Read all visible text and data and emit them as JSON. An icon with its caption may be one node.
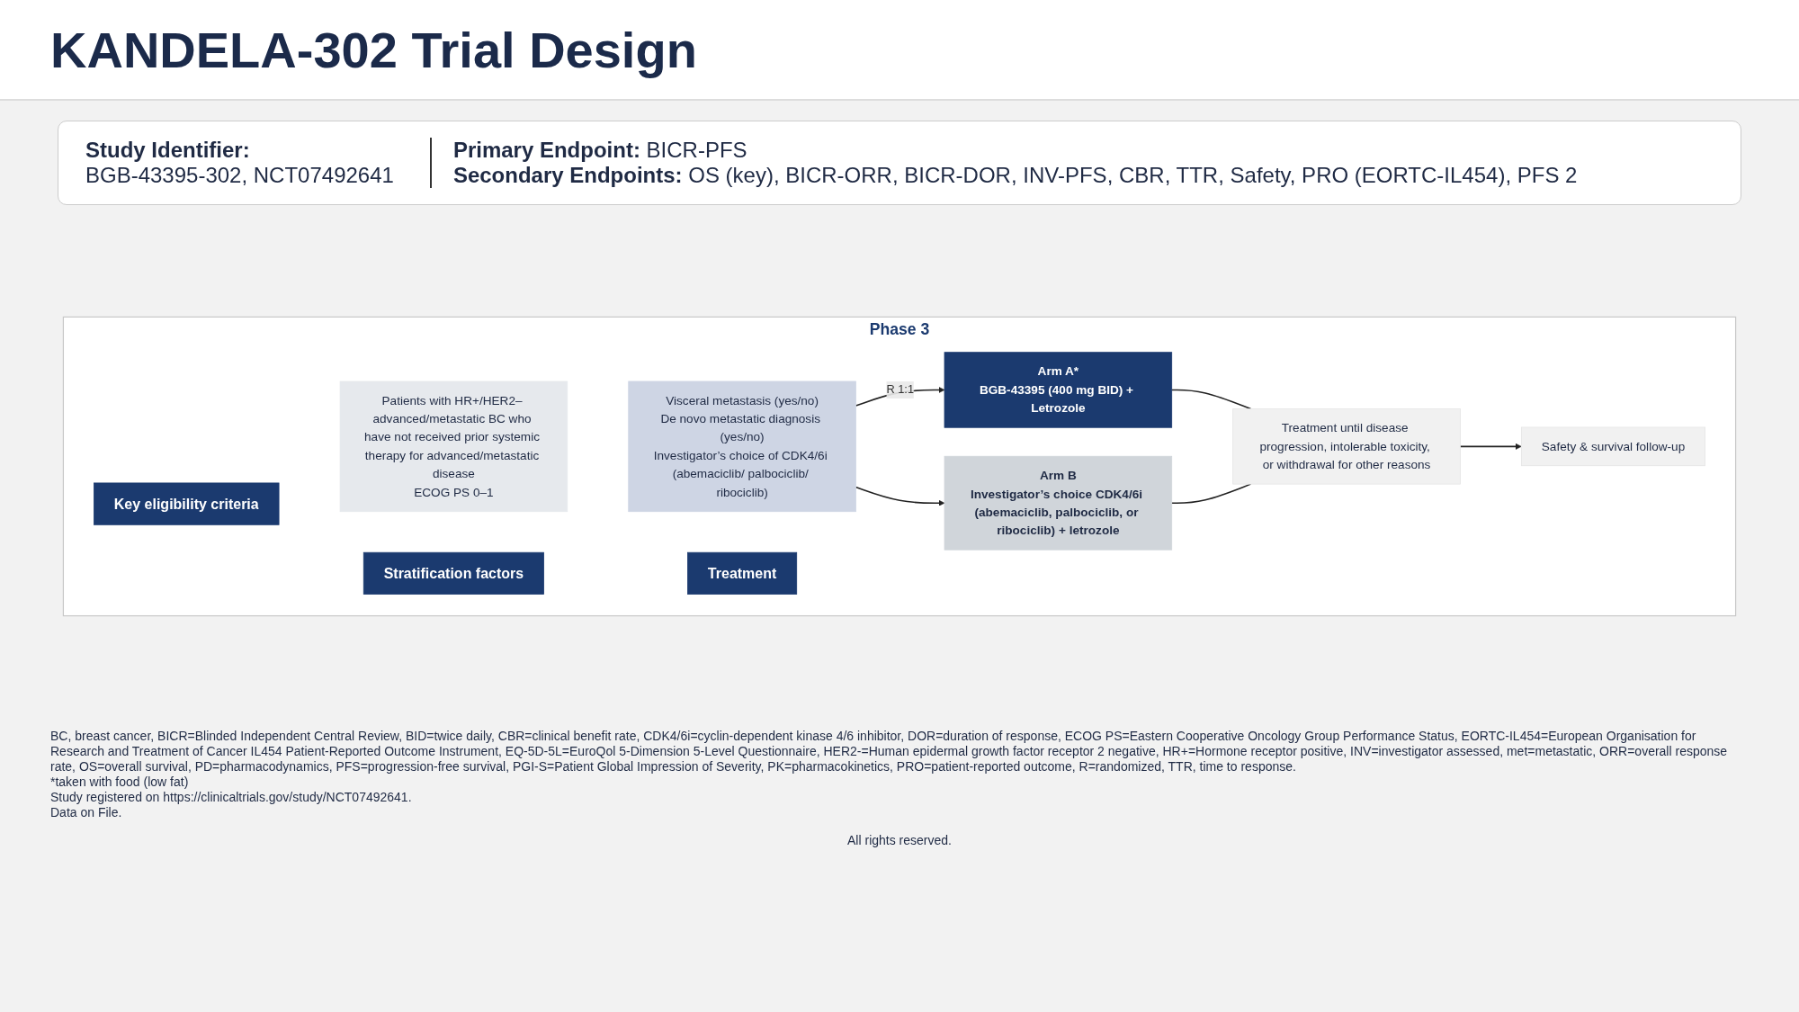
{
  "diagram": {
    "title": "KANDELA-302 Trial Design",
    "nodes": [
      {
        "text": [
          "Phase 3"
        ]
      },
      {
        "text": [
          "Key eligibility criteria"
        ],
        "in": 0
      },
      {
        "text": [
          "Patients with HR+/HER2– advanced/metastatic BC who have not received prior systemic therapy for advanced/metastatic disease",
          "ECOG PS 0–1"
        ],
        "in": 0
      },
      {
        "text": [
          "Stratification factors"
        ],
        "in": 0
      },
      {
        "text": [
          "Visceral metastasis (yes/no)",
          "De novo metastatic diagnosis (yes/no)",
          "Investigator’s choice of CDK4/6i (abemaciclib/ palbociclib/ ribociclib)"
        ],
        "in": 0
      },
      {
        "text": [
          "Treatment"
        ],
        "in": 0
      },
      {
        "text": [
          "Arm A*",
          "BGB-43395 (400 mg BID) + Letrozole"
        ],
        "in": 0
      },
      {
        "text": [
          "Arm B",
          "Investigator’s choice CDK4/6i (abemaciclib, palbociclib, or ribociclib) + letrozole"
        ],
        "in": 0
      },
      {
        "text": [
          "Treatment until disease progression, intolerable toxicity, or withdrawal for other reasons"
        ],
        "in": 0
      },
      {
        "text": [
          "Safety & survival follow-up"
        ],
        "in": 0
      }
    ],
    "edges": [
      {
        "from": 4,
        "to": 6,
        "arrow": "to",
        "label": "R 1:1"
      },
      {
        "from": 4,
        "to": 7,
        "arrow": "to"
      },
      {
        "from": 6,
        "to": 8,
        "arrow": "none"
      },
      {
        "from": 7,
        "to": 8,
        "arrow": "none"
      },
      {
        "from": 8,
        "to": 9,
        "arrow": "to"
      }
    ],
    "labels": [
      "Study Identifier:",
      "BGB-43395-302, NCT07492641",
      "Primary Endpoint:",
      "BICR-PFS",
      "Secondary Endpoints:",
      "OS (key), BICR-ORR, BICR-DOR, INV-PFS, CBR, TTR, Safety, PRO (EORTC-IL454), PFS 2",
      "BC, breast cancer, BICR=Blinded Independent Central Review, BID=twice daily, CBR=clinical benefit rate, CDK4/6i=cyclin-dependent kinase 4/6 inhibitor, DOR=duration of response, ECOG PS=Eastern Cooperative Oncology Group Performance Status, EORTC-IL454=European Organisation for Research and Treatment of Cancer IL454 Patient-Reported Outcome Instrument, EQ-5D-5L=EuroQol 5-Dimension 5-Level Questionnaire, HER2-=Human epidermal growth factor receptor 2 negative, HR+=Hormone receptor positive, INV=investigator assessed, met=metastatic, ORR=overall response rate, OS=overall survival, PD=pharmacodynamics, PFS=progression-free survival, PGI-S=Patient Global Impression of Severity, PK=pharmacokinetics, PRO=patient-reported outcome, R=randomized, TTR, time to response.",
      "*taken with food (low fat)",
      "Study registered on https://clinicaltrials.gov/study/NCT07492641.",
      "Data on File.",
      "All rights reserved."
    ]
  }
}
